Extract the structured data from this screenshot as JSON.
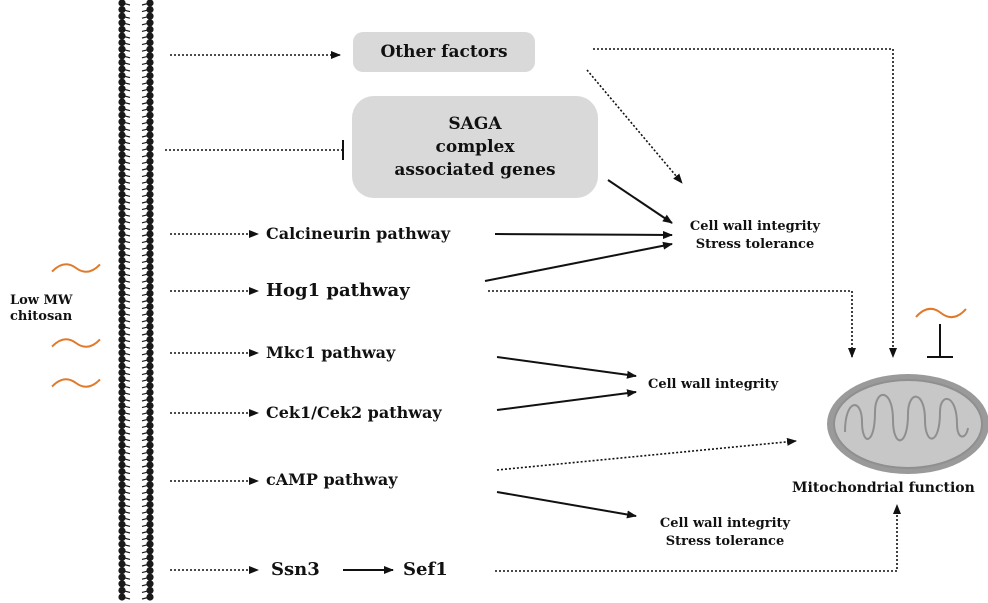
{
  "stimulus": {
    "label_line1": "Low MW",
    "label_line2": "chitosan",
    "wave_color": "#e07a2a"
  },
  "boxes": {
    "other_factors": "Other factors",
    "saga_line1": "SAGA",
    "saga_line2": "complex",
    "saga_line3": "associated genes"
  },
  "pathways": {
    "calcineurin": "Calcineurin pathway",
    "hog1": "Hog1 pathway",
    "mkc1": "Mkc1 pathway",
    "cek": "Cek1/Cek2 pathway",
    "camp": "cAMP pathway",
    "ssn3": "Ssn3",
    "sef1": "Sef1"
  },
  "outcomes": {
    "top_line1": "Cell wall integrity",
    "top_line2": "Stress tolerance",
    "middle": "Cell wall integrity",
    "bottom_line1": "Cell wall integrity",
    "bottom_line2": "Stress tolerance",
    "mitochondria": "Mitochondrial function"
  },
  "colors": {
    "box_fill": "#d9d9d9",
    "membrane": "#1a1a1a",
    "mito_fill": "#bdbdbd",
    "mito_stroke": "#8a8a8a"
  }
}
